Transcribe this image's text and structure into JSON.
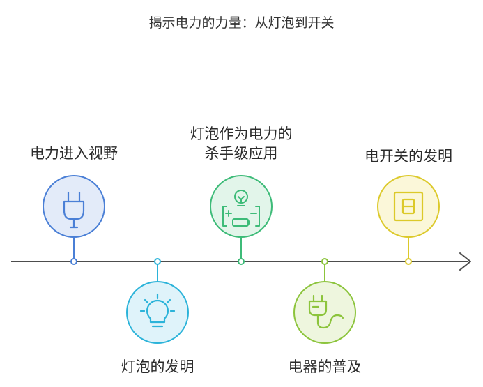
{
  "title": "揭示电力的力量：从灯泡到开关",
  "milestones": [
    {
      "label_lines": [
        "电力进入视野"
      ],
      "icon": "power-plug-icon",
      "color": "#4a7fd6",
      "fill": "#e3ebf9"
    },
    {
      "label_lines": [
        "灯泡的发明"
      ],
      "icon": "light-bulb-icon",
      "color": "#2bb3d9",
      "fill": "#dff3fa"
    },
    {
      "label_lines": [
        "灯泡作为电力的",
        "杀手级应用"
      ],
      "icon": "bulb-battery-icon",
      "color": "#3dbb78",
      "fill": "#e2f5ea"
    },
    {
      "label_lines": [
        "电器的普及"
      ],
      "icon": "plug-cord-icon",
      "color": "#8cc43c",
      "fill": "#eef6de"
    },
    {
      "label_lines": [
        "电开关的发明"
      ],
      "icon": "light-switch-icon",
      "color": "#dcc92a",
      "fill": "#fbf7d9"
    }
  ]
}
